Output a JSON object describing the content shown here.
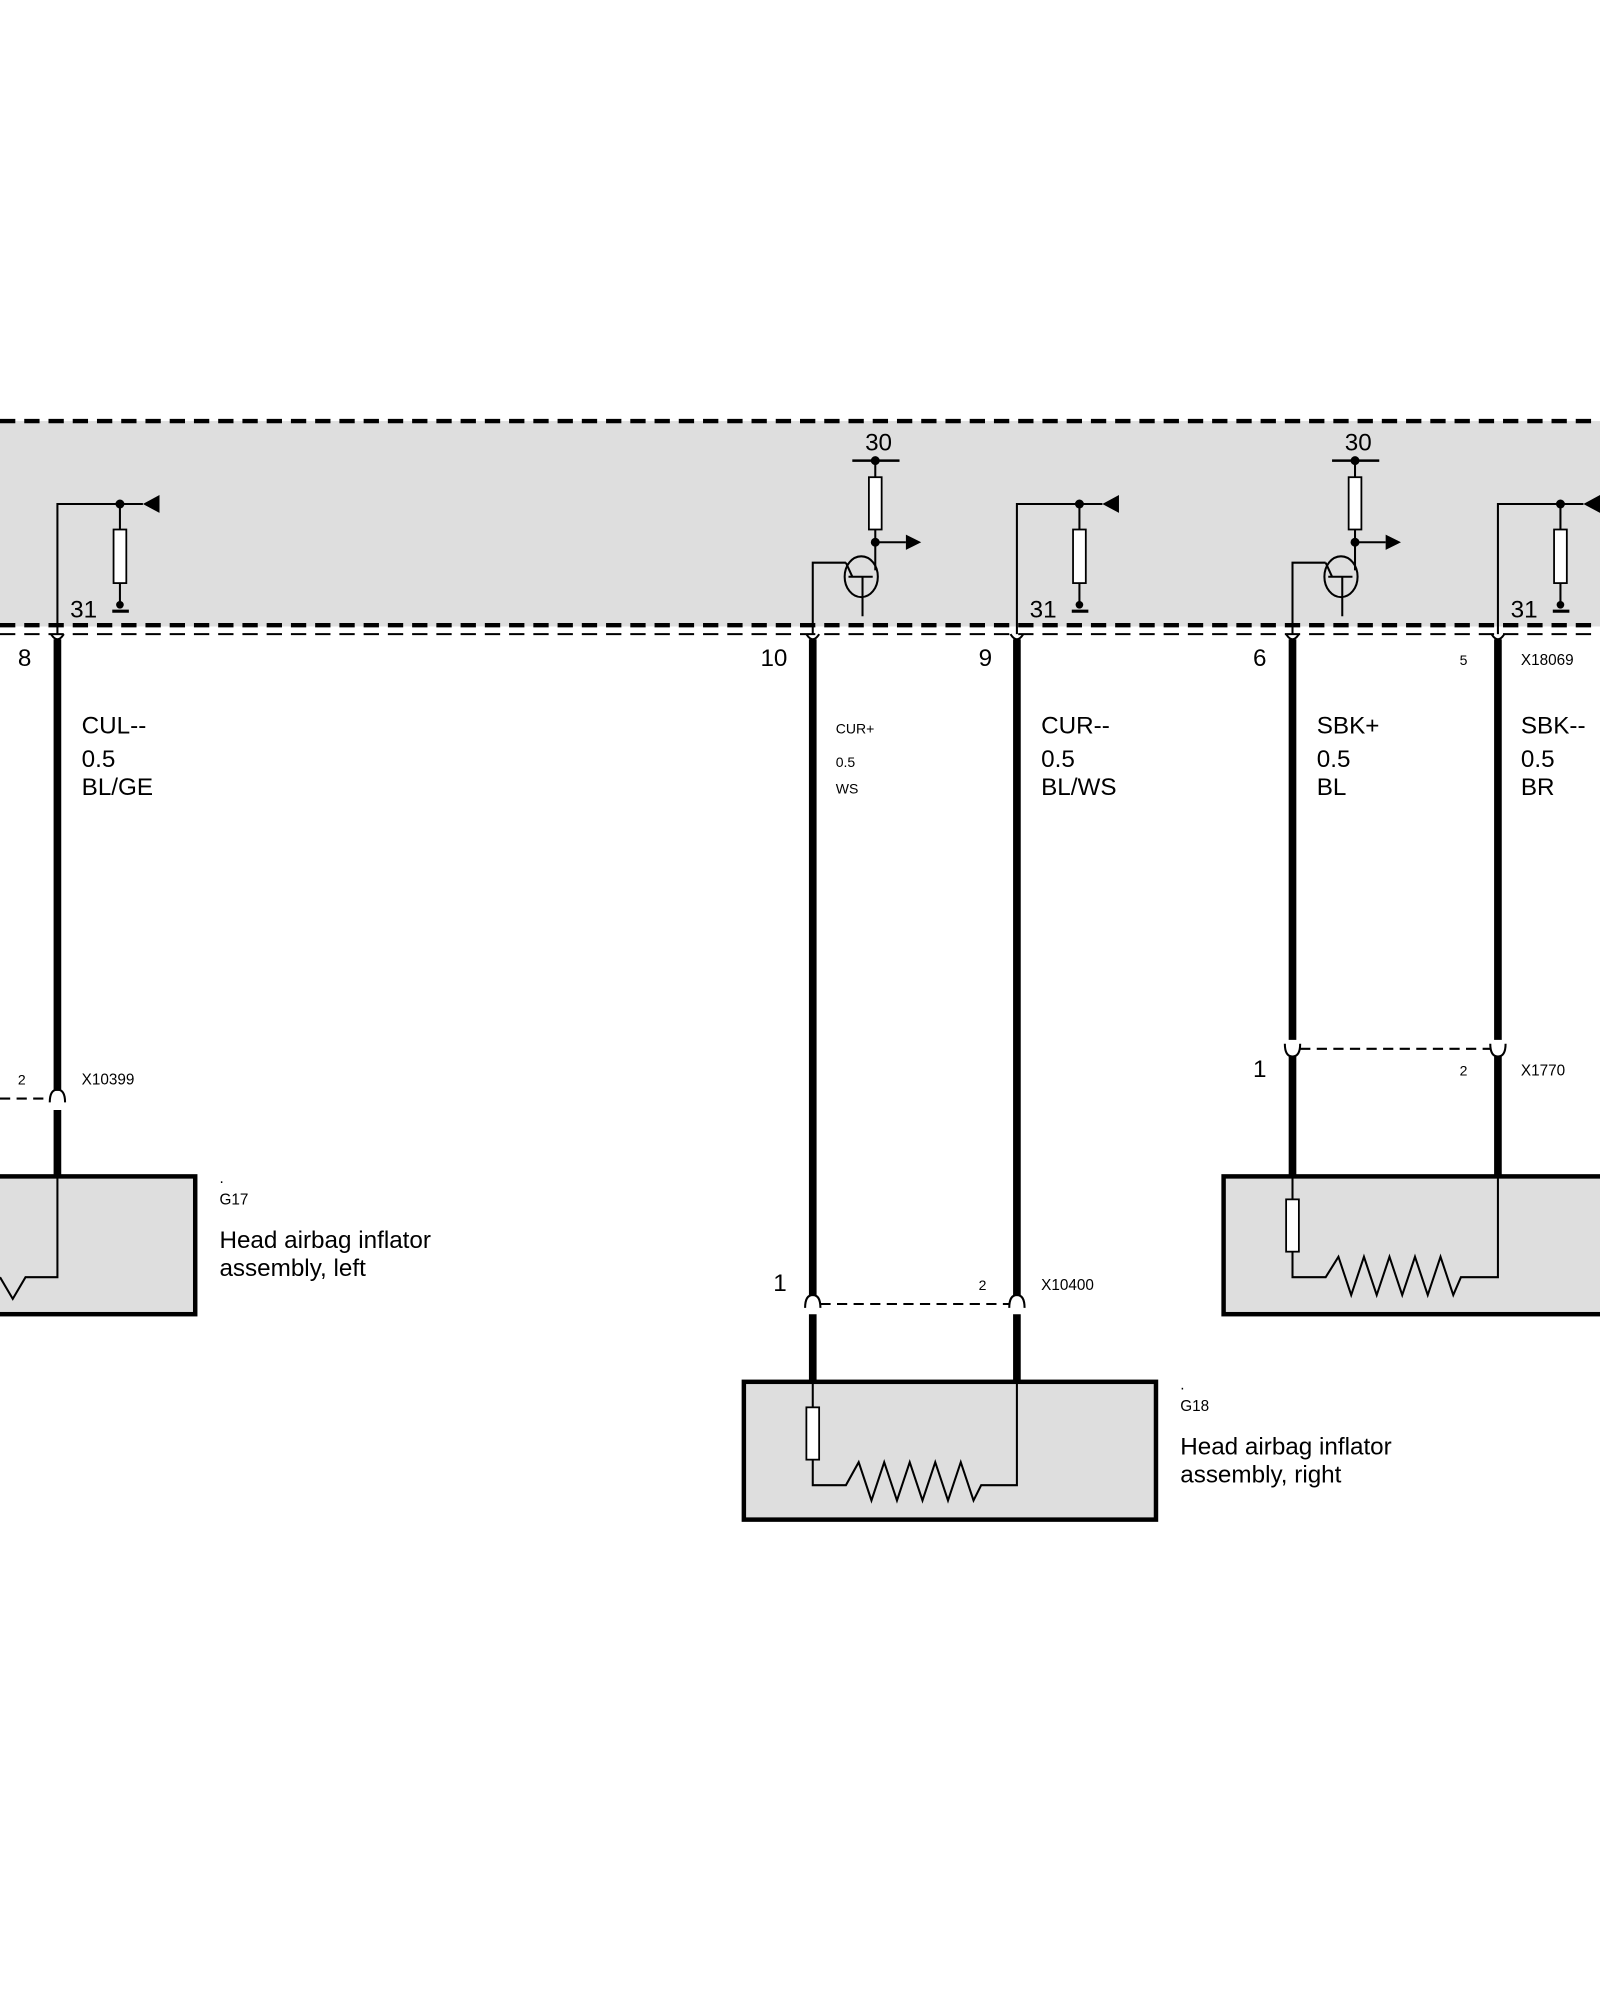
{
  "control_unit": {
    "supply_labels": [
      "30",
      "30"
    ],
    "ground_labels": [
      "31",
      "31",
      "31"
    ],
    "connector": "X18069"
  },
  "wires": [
    {
      "pin": "8",
      "signal": "CUL--",
      "size": "0.5",
      "color": "BL/GE"
    },
    {
      "pin": "10",
      "signal": "CUR+",
      "size": "0.5",
      "color": "WS"
    },
    {
      "pin": "9",
      "signal": "CUR--",
      "size": "0.5",
      "color": "BL/WS"
    },
    {
      "pin": "6",
      "signal": "SBK+",
      "size": "0.5",
      "color": "BL"
    },
    {
      "pin": "5",
      "signal": "SBK--",
      "size": "0.5",
      "color": "BR"
    }
  ],
  "connectors": {
    "left": {
      "id": "X10399",
      "pin": "2"
    },
    "center": {
      "id": "X10400",
      "pin1": "1",
      "pin2": "2"
    },
    "right": {
      "id": "X1770",
      "pin1": "1",
      "pin2": "2"
    }
  },
  "components": {
    "g17": {
      "dot": ".",
      "code": "G17",
      "line1": "Head airbag inflator",
      "line2": "assembly, left"
    },
    "g18": {
      "dot": ".",
      "code": "G18",
      "line1": "Head airbag inflator",
      "line2": "assembly, right"
    }
  },
  "colors": {
    "module_fill": "#dedede",
    "line": "#000000"
  }
}
